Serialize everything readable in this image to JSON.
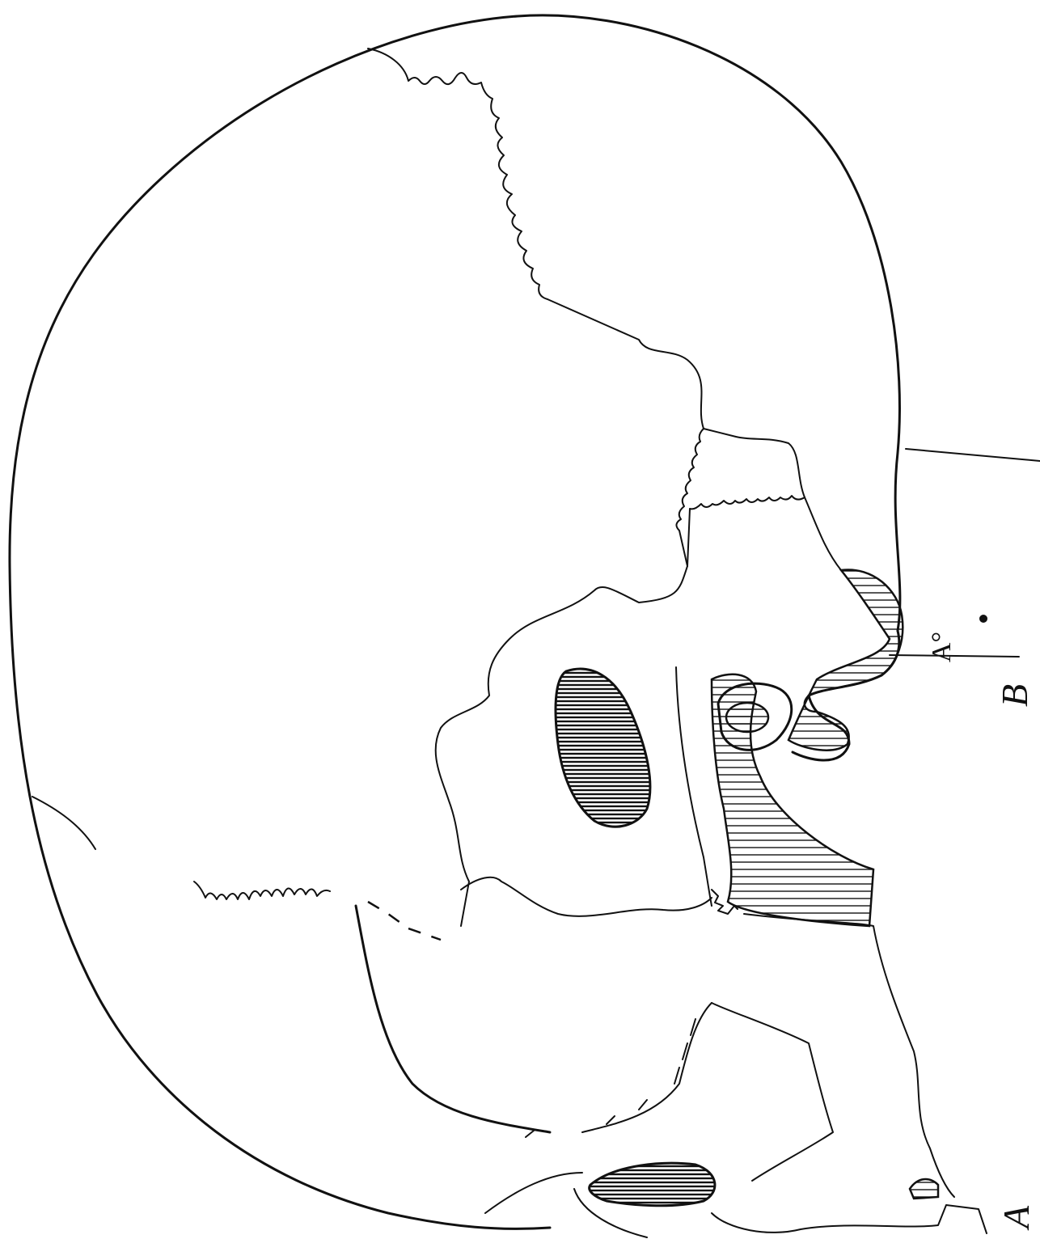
{
  "figure": {
    "labels": {
      "A": "A",
      "B": "B",
      "A_small": "A°"
    }
  }
}
